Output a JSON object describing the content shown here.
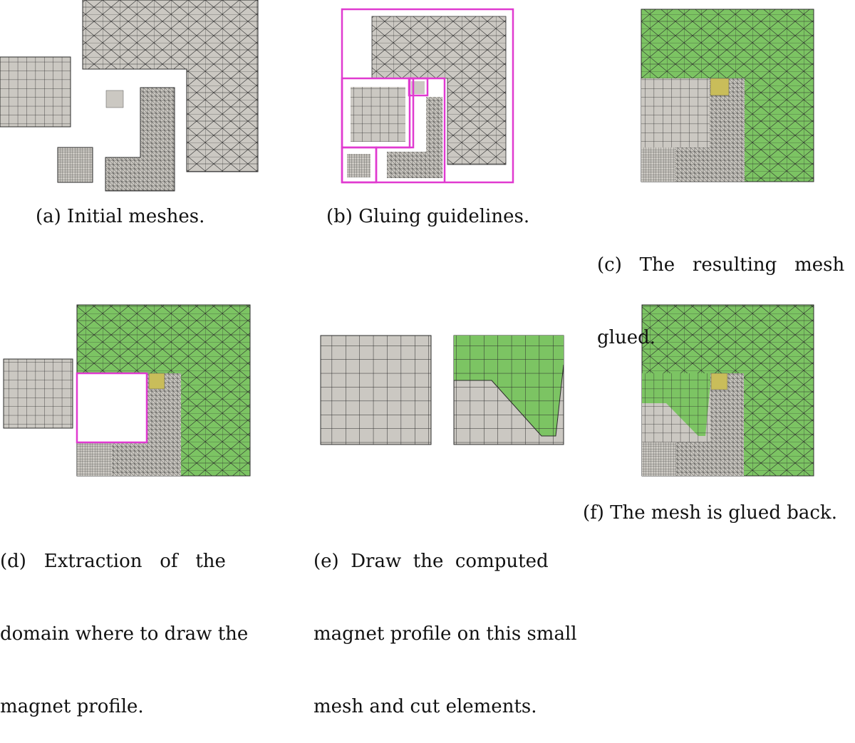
{
  "panels": [
    {
      "id": "a",
      "caption_lines": [
        "(a) Initial meshes."
      ]
    },
    {
      "id": "b",
      "caption_lines": [
        "(b) Gluing guidelines."
      ]
    },
    {
      "id": "c",
      "caption_lines": [
        "(c)   The   resulting   mesh",
        "glued."
      ]
    },
    {
      "id": "d",
      "caption_lines": [
        "(d)   Extraction   of   the",
        "domain where to draw the",
        "magnet profile."
      ]
    },
    {
      "id": "e",
      "caption_lines": [
        "(e)  Draw  the  computed",
        "magnet profile on this small",
        "mesh and cut elements."
      ]
    },
    {
      "id": "f",
      "caption_lines": [
        "(f) The mesh is glued back."
      ]
    }
  ],
  "colors": {
    "mesh_gray": "#cbc8c2",
    "mesh_green": "#7cc463",
    "mesh_yellow": "#c9bd5a",
    "guideline_magenta": "#e03ad0",
    "edge": "#2b2b2b"
  }
}
